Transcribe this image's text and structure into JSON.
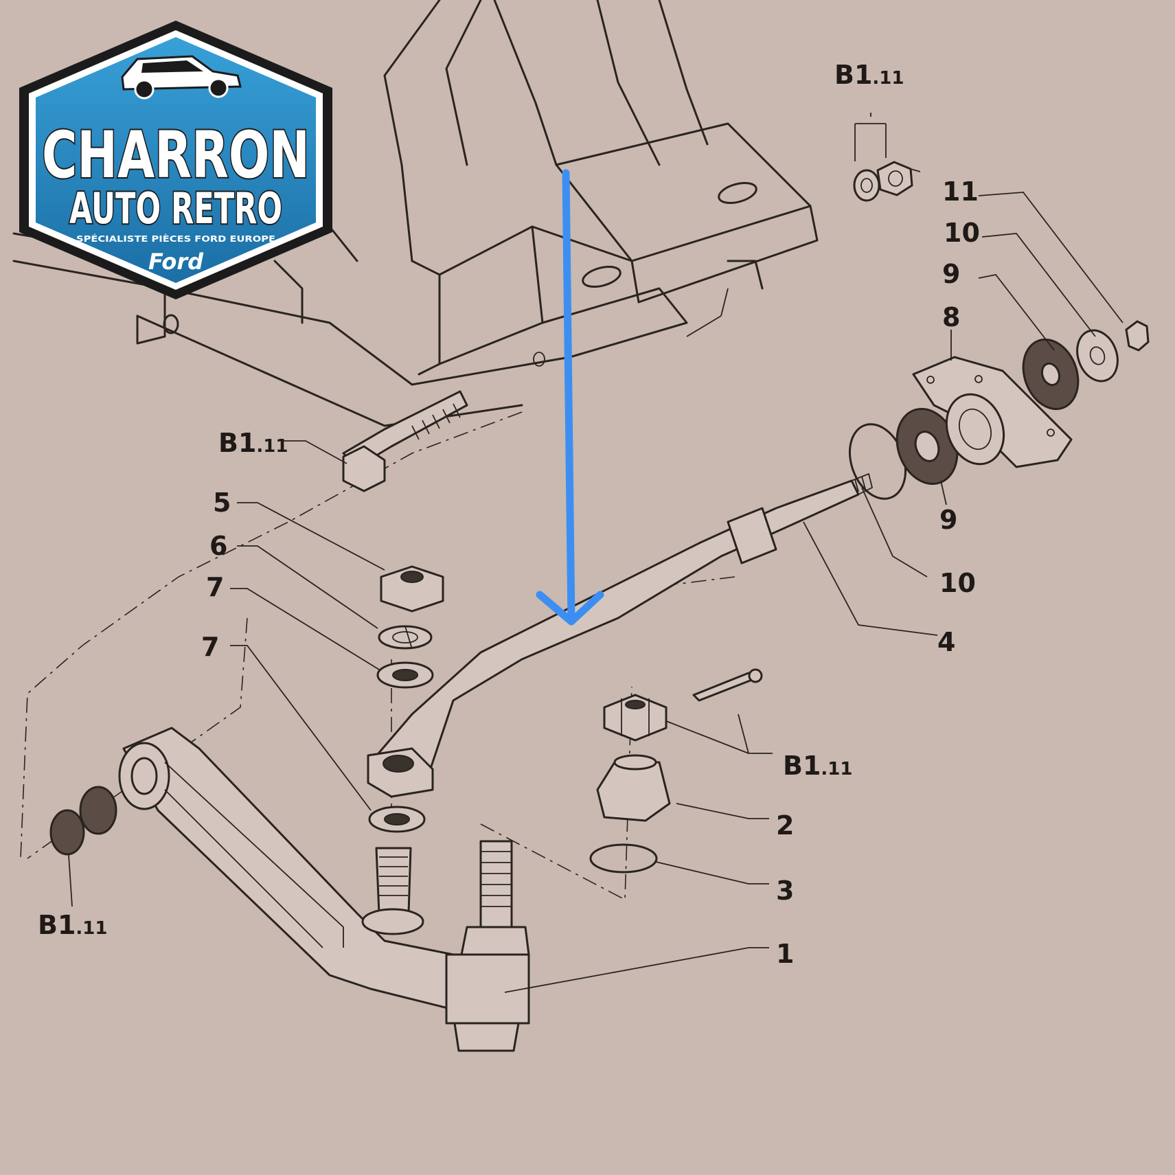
{
  "logo": {
    "line1": "CHARRON",
    "line2": "AUTO RETRO",
    "tagline": "SPÉCIALISTE PIÈCES FORD EUROPE",
    "brand": "Ford",
    "colors": {
      "top": "#2c8cc4",
      "bottom": "#1b6fa5",
      "border": "#1b1b1b"
    }
  },
  "arrow": {
    "color": "#3d8ef2",
    "direction": "down"
  },
  "callouts": [
    {
      "id": "b111-top",
      "main": "B1",
      "sub": ".11"
    },
    {
      "id": "b111-bolt",
      "main": "B1",
      "sub": ".11"
    },
    {
      "id": "b111-castle",
      "main": "B1",
      "sub": ".11"
    },
    {
      "id": "b111-bushing",
      "main": "B1",
      "sub": ".11"
    },
    {
      "id": "n1",
      "main": "1"
    },
    {
      "id": "n2",
      "main": "2"
    },
    {
      "id": "n3",
      "main": "3"
    },
    {
      "id": "n4",
      "main": "4"
    },
    {
      "id": "n5",
      "main": "5"
    },
    {
      "id": "n6",
      "main": "6"
    },
    {
      "id": "n7a",
      "main": "7"
    },
    {
      "id": "n7b",
      "main": "7"
    },
    {
      "id": "n8",
      "main": "8"
    },
    {
      "id": "n9a",
      "main": "9"
    },
    {
      "id": "n9b",
      "main": "9"
    },
    {
      "id": "n10a",
      "main": "10"
    },
    {
      "id": "n10b",
      "main": "10"
    },
    {
      "id": "n11",
      "main": "11"
    }
  ]
}
